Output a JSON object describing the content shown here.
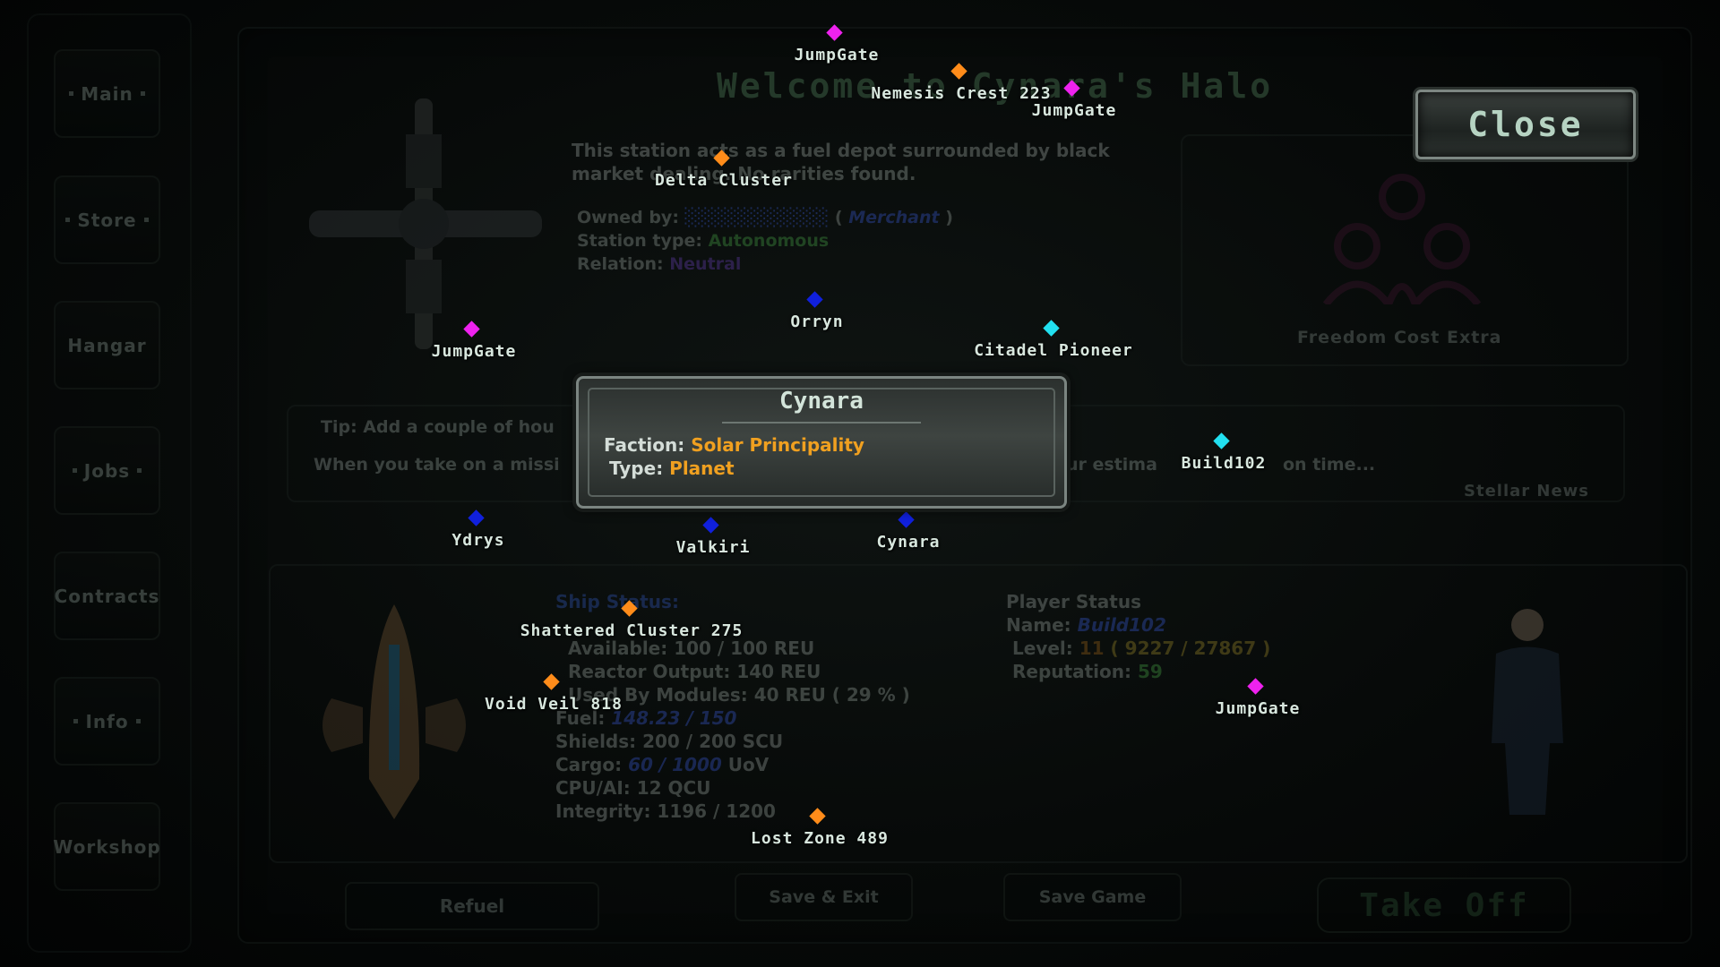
{
  "nav": {
    "items": [
      {
        "label": "Main"
      },
      {
        "label": "Store"
      },
      {
        "label": "Hangar"
      },
      {
        "label": "Jobs"
      },
      {
        "label": "Contracts"
      },
      {
        "label": "Info"
      },
      {
        "label": "Workshop"
      }
    ]
  },
  "station": {
    "welcome": "Welcome to Cynara's Halo",
    "description": "This station acts as a fuel depot surrounded by black market dealing. No rarities found.",
    "owned_by_label": "Owned by:",
    "owner_class": "Merchant",
    "station_type_label": "Station type:",
    "station_type": "Autonomous",
    "relation_label": "Relation:",
    "relation_value": "Neutral"
  },
  "close_button": "Close",
  "right_panel": {
    "freedom_label": "Freedom Cost Extra",
    "stellar_news": "Stellar News"
  },
  "tips": {
    "line1": "Tip: Add a couple of hou",
    "line2": "When you take on a missi",
    "line2_right": "ur estima",
    "line2_end": "on time..."
  },
  "ship_status": {
    "header": "Ship Status:",
    "available": "Available: 100 / 100 REU",
    "reactor": "Reactor Output: 140 REU",
    "modules": "Used By Modules: 40 REU ( 29 % )",
    "fuel_label": "Fuel:",
    "fuel_value": "148.23 / 150",
    "shields": "Shields: 200 / 200 SCU",
    "cargo_label": "Cargo:",
    "cargo_value": "60 / 1000",
    "cargo_unit": "UoV",
    "cpu": "CPU/AI: 12 QCU",
    "integrity": "Integrity: 1196 / 1200"
  },
  "player_status": {
    "header": "Player Status",
    "name_label": "Name:",
    "name": "Build102",
    "level_label": "Level:",
    "level": "11",
    "xp": "( 9227 / 27867 )",
    "reputation_label": "Reputation:",
    "reputation": "59"
  },
  "bottom_buttons": {
    "refuel": "Refuel",
    "save_exit": "Save & Exit",
    "save_game": "Save Game",
    "take_off": "Take Off"
  },
  "tooltip": {
    "title": "Cynara",
    "faction_label": "Faction:",
    "faction": "Solar Principality",
    "type_label": "Type:",
    "type": "Planet"
  },
  "colors": {
    "jumpgate": "#ee22ee",
    "sector": "#ff8c1a",
    "planet": "#1020dd",
    "station": "#22e0f0",
    "accent": "#f0a020"
  },
  "markers": [
    {
      "label": "JumpGate",
      "kind": "jumpgate"
    },
    {
      "label": "Nemesis Crest 223",
      "kind": "sector"
    },
    {
      "label": "JumpGate",
      "kind": "jumpgate"
    },
    {
      "label": "Delta Cluster",
      "kind": "sector"
    },
    {
      "label": "JumpGate",
      "kind": "jumpgate"
    },
    {
      "label": "Orryn",
      "kind": "planet"
    },
    {
      "label": "Citadel Pioneer",
      "kind": "station"
    },
    {
      "label": "Build102",
      "kind": "station"
    },
    {
      "label": "Ydrys",
      "kind": "planet"
    },
    {
      "label": "Valkiri",
      "kind": "planet"
    },
    {
      "label": "Cynara",
      "kind": "planet"
    },
    {
      "label": "Shattered Cluster 275",
      "kind": "sector"
    },
    {
      "label": "Void Veil 818",
      "kind": "sector"
    },
    {
      "label": "JumpGate",
      "kind": "jumpgate"
    },
    {
      "label": "Lost Zone 489",
      "kind": "sector"
    }
  ]
}
